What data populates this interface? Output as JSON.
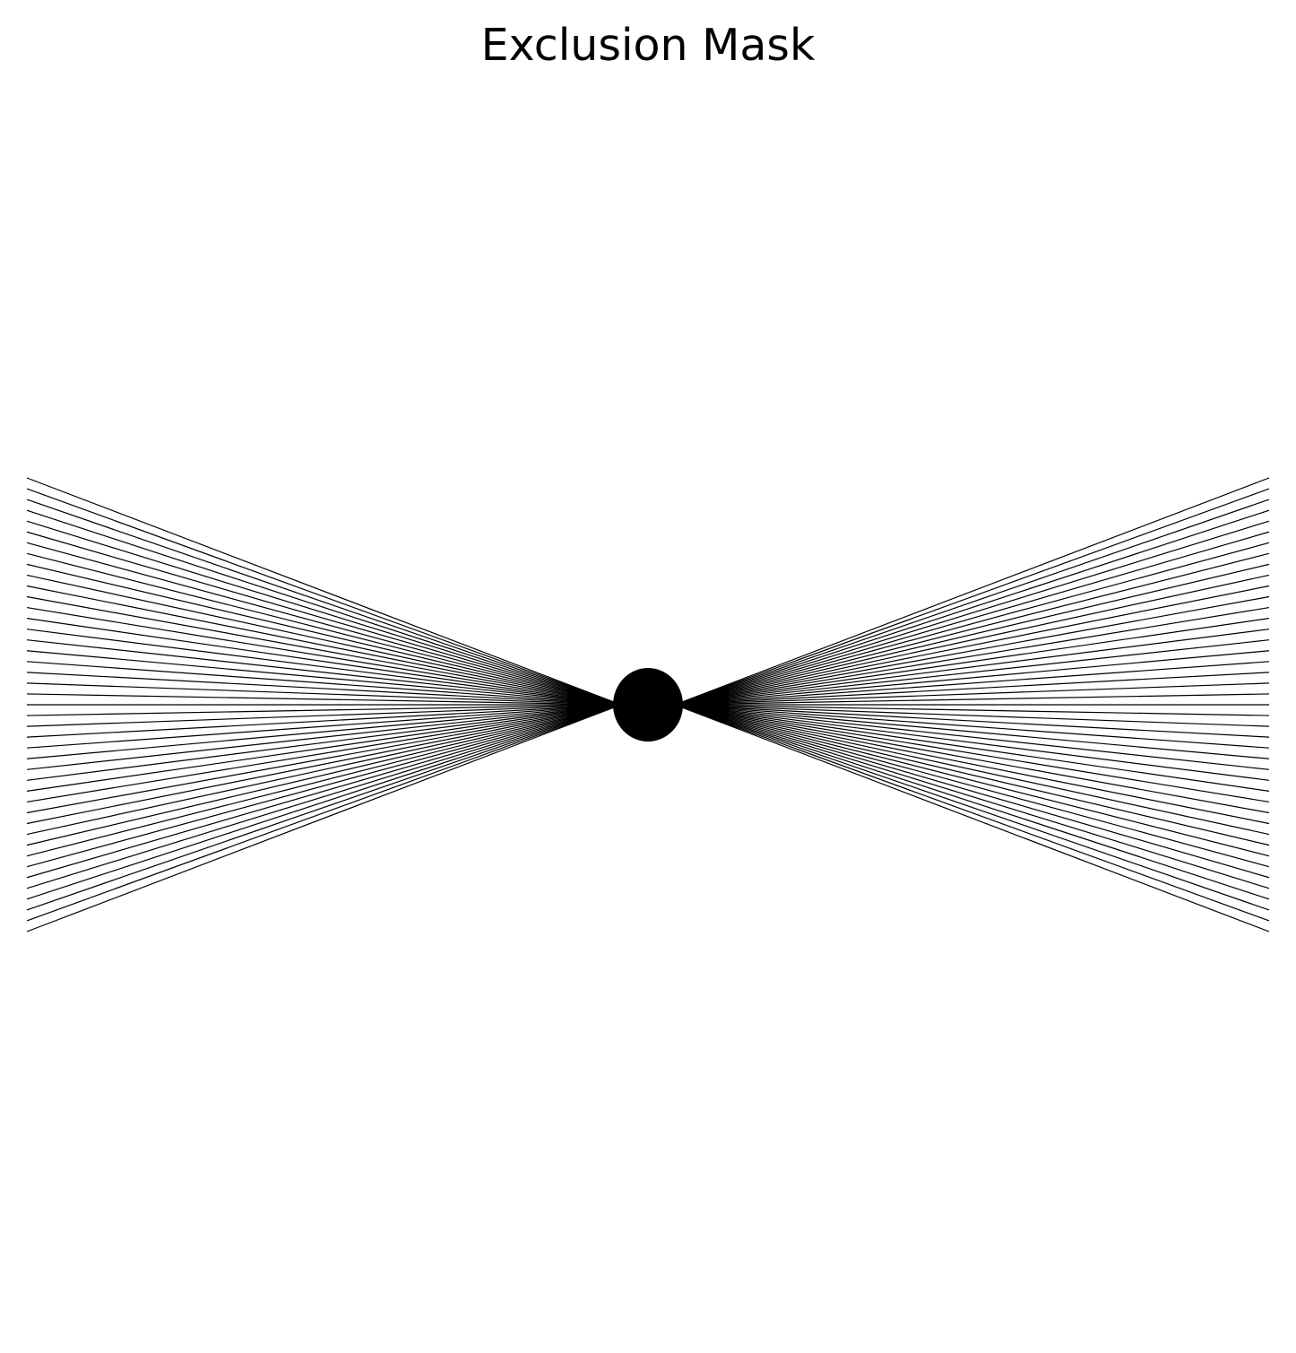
{
  "figure": {
    "title": "Exclusion Mask"
  },
  "mask": {
    "line_color": "#000000",
    "fill_color": "#000000",
    "background_color": "#ffffff",
    "fan_line_count_per_side": 43,
    "shape": "double fan of rays meeting at a filled central disk"
  }
}
